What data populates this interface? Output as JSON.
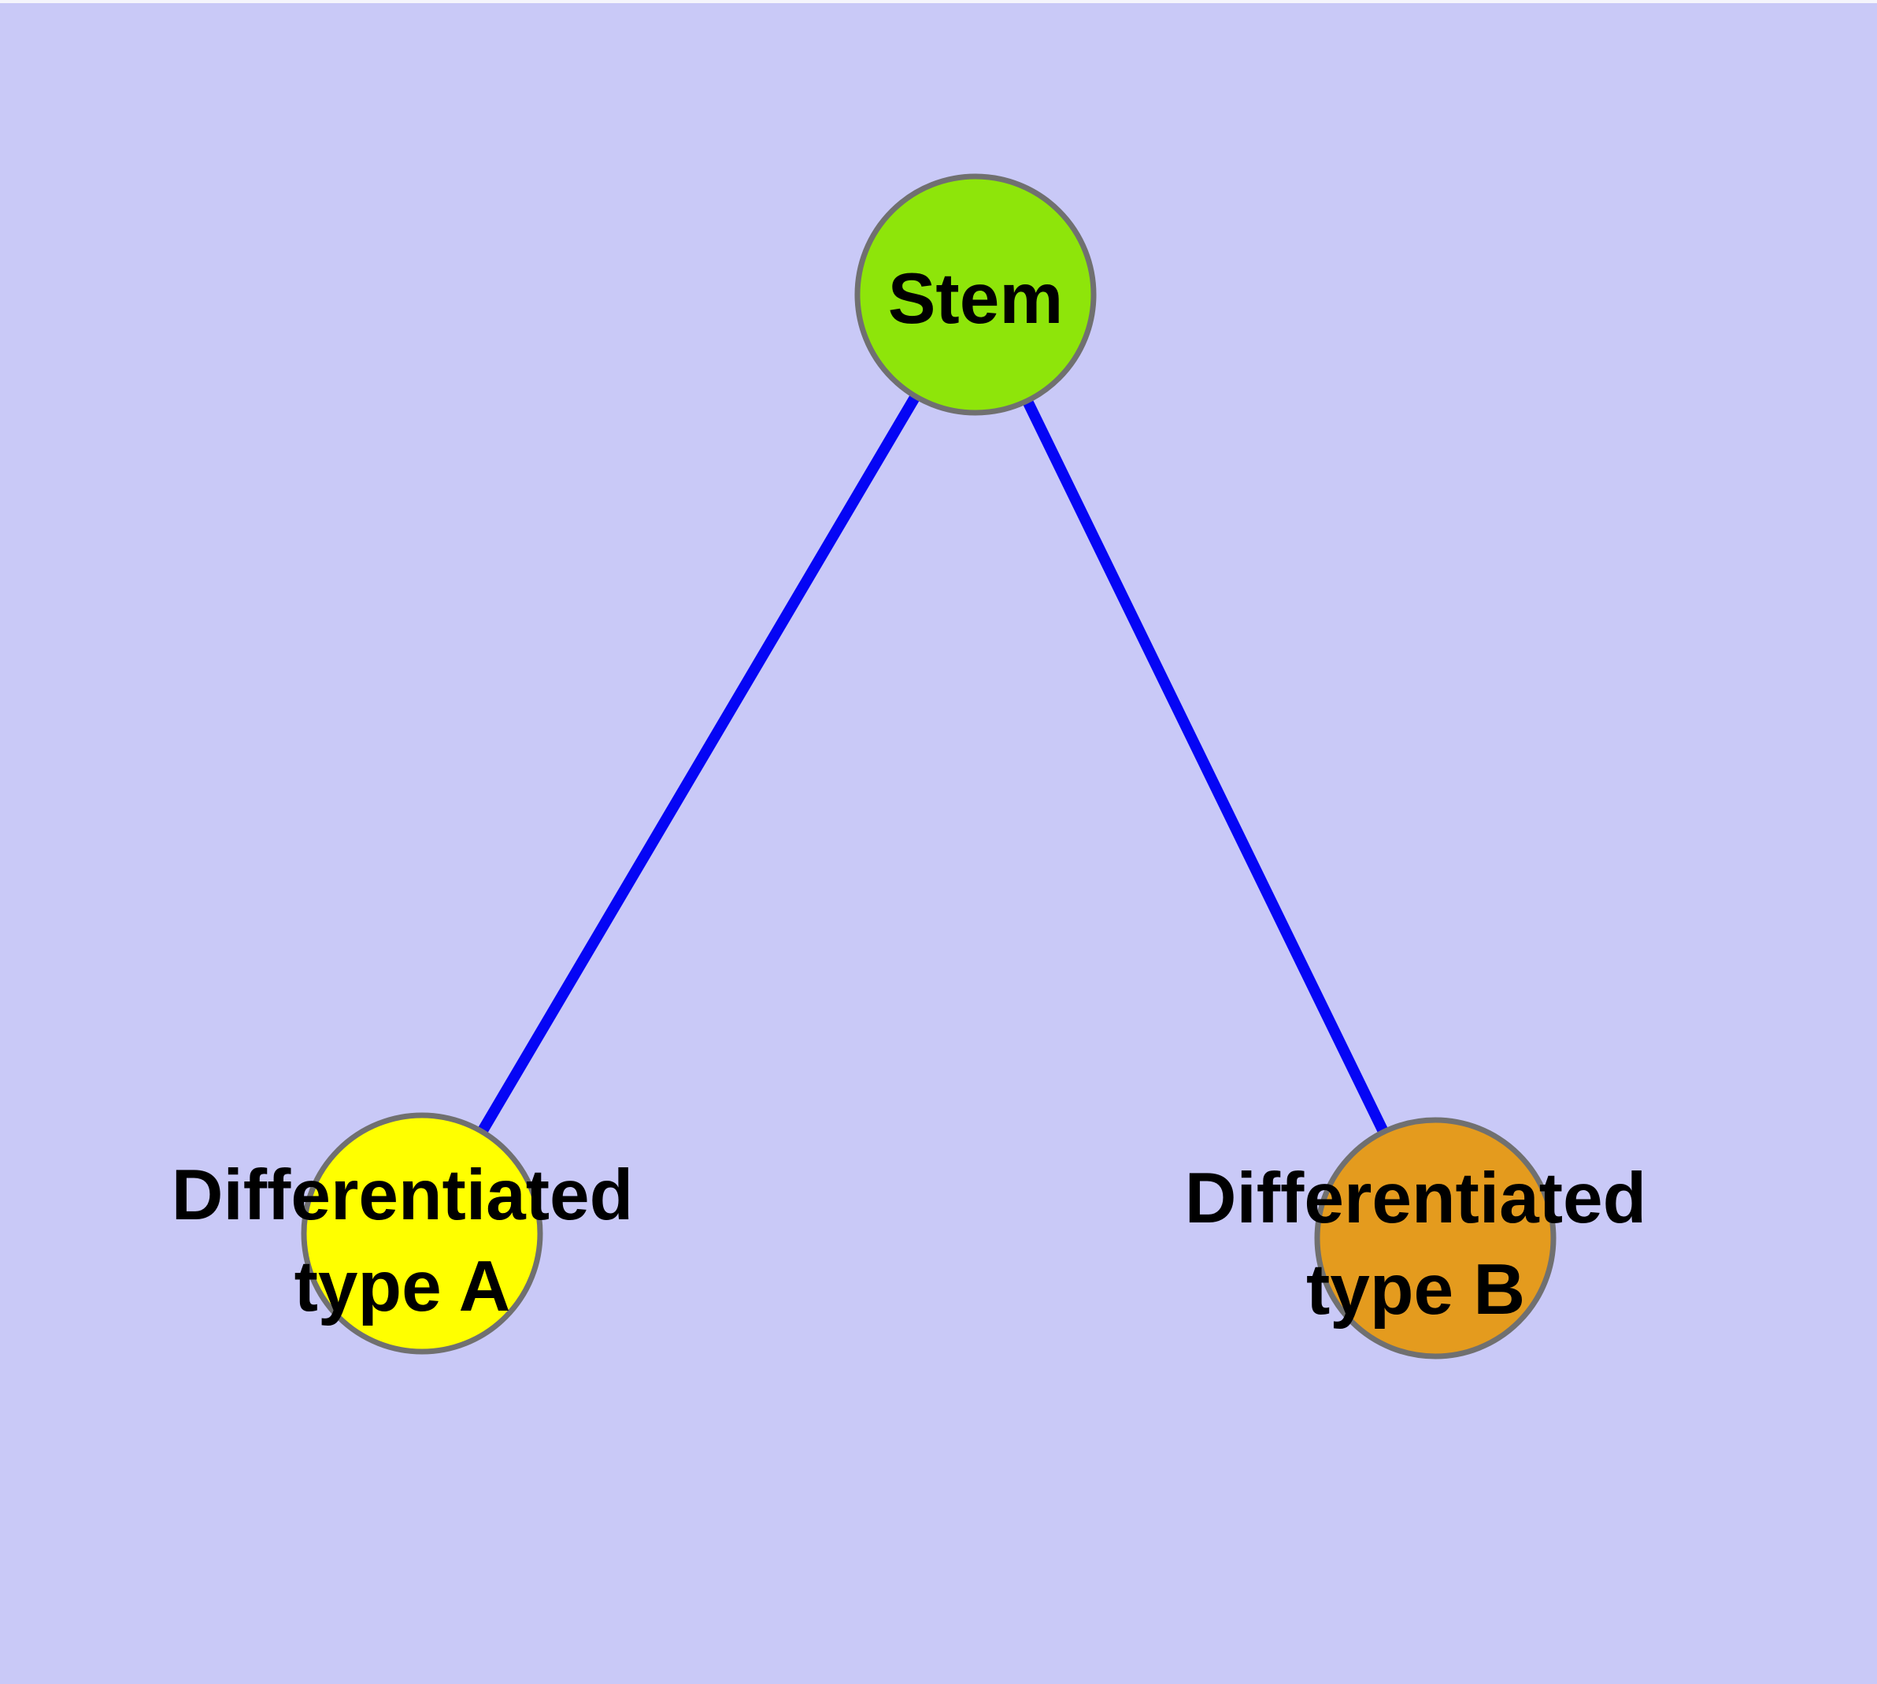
{
  "graph": {
    "background_color": "#C9C9F7",
    "edge_color": "#0505F5",
    "node_border_color": "#707070",
    "label_color": "#000000",
    "nodes": [
      {
        "id": "stem",
        "label": "Stem",
        "label_lines": [
          "Stem"
        ],
        "fill_color": "#8EE50A"
      },
      {
        "id": "differentiated-type-a",
        "label": "Differentiated type A",
        "label_lines": [
          "Differentiated",
          "type A"
        ],
        "fill_color": "#FFFF00"
      },
      {
        "id": "differentiated-type-b",
        "label": "Differentiated type B",
        "label_lines": [
          "Differentiated",
          "type B"
        ],
        "fill_color": "#E49B1E"
      }
    ],
    "edges": [
      {
        "from": "Stem",
        "to": "Differentiated type A"
      },
      {
        "from": "Stem",
        "to": "Differentiated type B"
      }
    ]
  }
}
